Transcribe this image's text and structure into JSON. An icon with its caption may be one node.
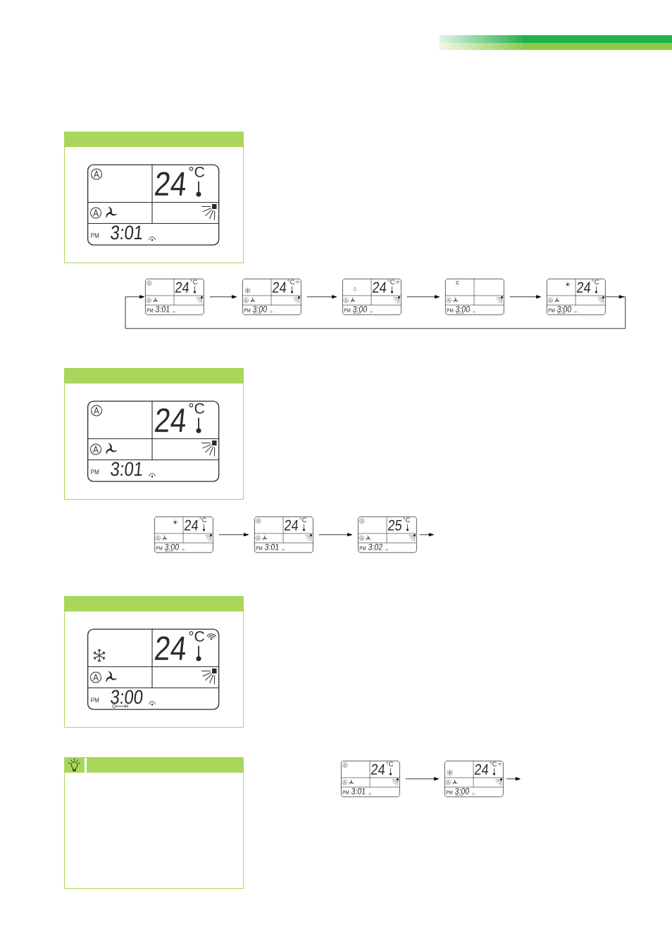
{
  "diagram": {
    "nodes": [
      {
        "text": [],
        "shape": "box"
      },
      {
        "text": [
          "24",
          "°C",
          "PM",
          "3:01"
        ],
        "in": 0
      },
      {
        "text": [
          "24",
          "°C",
          "PM",
          "3:01"
        ]
      },
      {
        "text": [
          "24",
          "°C",
          "PM",
          "3:00"
        ]
      },
      {
        "text": [
          "24",
          "°C",
          "PM",
          "3:00"
        ]
      },
      {
        "text": [
          "PM",
          "3:00"
        ]
      },
      {
        "text": [
          "24",
          "°C",
          "PM",
          "3:00"
        ]
      },
      {
        "text": [],
        "shape": "box"
      },
      {
        "text": [
          "24",
          "°C",
          "PM",
          "3:01"
        ],
        "in": 7
      },
      {
        "text": [
          "24",
          "°C",
          "PM",
          "3:00"
        ]
      },
      {
        "text": [
          "24",
          "°C",
          "PM",
          "3:01"
        ]
      },
      {
        "text": [
          "25",
          "°C",
          "PM",
          "3:02"
        ]
      },
      {
        "text": [],
        "shape": "box"
      },
      {
        "text": [
          "24",
          "°C",
          "PM",
          "3:00"
        ],
        "in": 12
      },
      {
        "text": [],
        "shape": "box"
      },
      {
        "text": [
          "24",
          "°C",
          "PM",
          "3:01"
        ]
      },
      {
        "text": [
          "24",
          "°C",
          "PM",
          "3:00"
        ]
      }
    ],
    "edges": [
      {
        "from": 2,
        "to": 3,
        "arrow": "to"
      },
      {
        "from": 3,
        "to": 4,
        "arrow": "to"
      },
      {
        "from": 4,
        "to": 5,
        "arrow": "to"
      },
      {
        "from": 5,
        "to": 6,
        "arrow": "to"
      },
      {
        "from": 6,
        "to": 2,
        "arrow": "to"
      },
      {
        "from": 9,
        "to": 10,
        "arrow": "to"
      },
      {
        "from": 10,
        "to": 11,
        "arrow": "to"
      },
      {
        "from": 11,
        "to": null,
        "arrow": "to"
      },
      {
        "from": 15,
        "to": 16,
        "arrow": "to"
      },
      {
        "from": 16,
        "to": null,
        "arrow": "to"
      }
    ]
  }
}
